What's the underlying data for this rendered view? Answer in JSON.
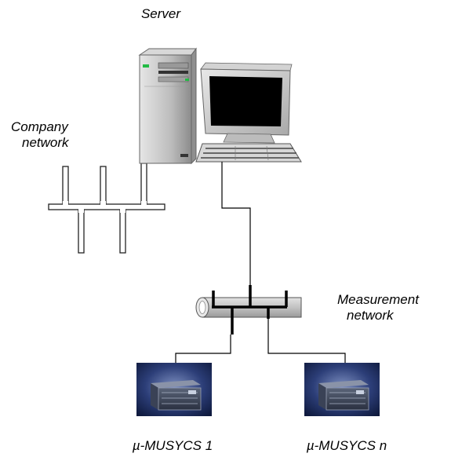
{
  "labels": {
    "server": "Server",
    "company_network": [
      "Company",
      "network"
    ],
    "measurement_network": [
      "Measurement",
      "network"
    ],
    "device_1": "µ-MUSYCS 1",
    "device_n": "µ-MUSYCS n"
  },
  "colors": {
    "pipe_fill": "#c9c9c9",
    "pipe_stroke": "#555555",
    "cable": "#000000",
    "tower_body": "#b8b8b8",
    "monitor_screen": "#000000",
    "device_backdrop": "#1a2a55"
  },
  "icons": {
    "server": "tower-pc-icon",
    "monitor": "crt-monitor-icon",
    "keyboard": "keyboard-icon",
    "device": "rack-device-icon"
  }
}
